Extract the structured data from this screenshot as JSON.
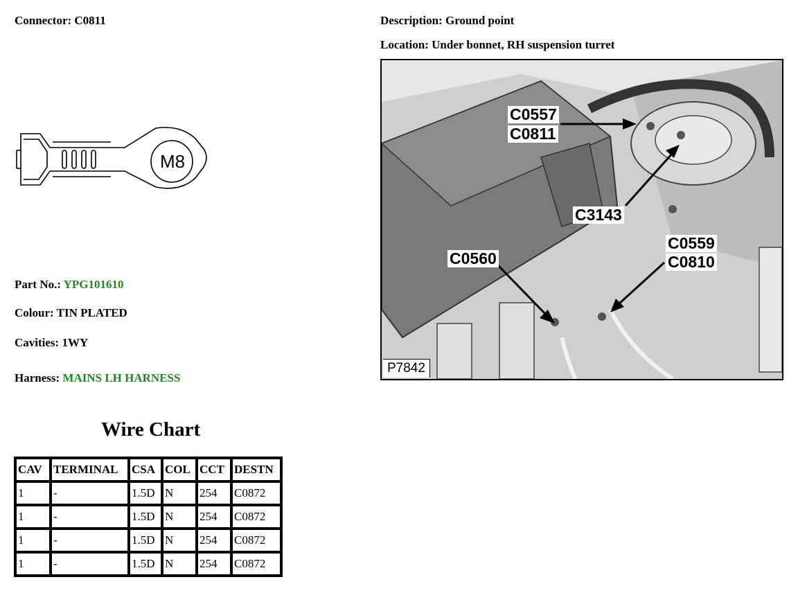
{
  "header": {
    "connector_label": "Connector:",
    "connector_value": "C0811",
    "description_label": "Description:",
    "description_value": "Ground point",
    "location_label": "Location:",
    "location_value": "Under bonnet, RH suspension turret"
  },
  "terminal_drawing": {
    "stud_text": "M8"
  },
  "details": {
    "part_label": "Part No.:",
    "part_value": "YPG101610",
    "colour_label": "Colour:",
    "colour_value": "TIN PLATED",
    "cavities_label": "Cavities:",
    "cavities_value": "1WY",
    "harness_label": "Harness:",
    "harness_value": "MAINS LH HARNESS",
    "value_highlight_color": "#1f8a1f"
  },
  "wire_chart": {
    "title": "Wire Chart",
    "columns": [
      "CAV",
      "TERMINAL",
      "CSA",
      "COL",
      "CCT",
      "DESTN"
    ],
    "rows": [
      [
        "1",
        "-",
        "1.5D",
        "N",
        "254",
        "C0872"
      ],
      [
        "1",
        "-",
        "1.5D",
        "N",
        "254",
        "C0872"
      ],
      [
        "1",
        "-",
        "1.5D",
        "N",
        "254",
        "C0872"
      ],
      [
        "1",
        "-",
        "1.5D",
        "N",
        "254",
        "C0872"
      ]
    ]
  },
  "photo": {
    "callouts": [
      "C0557",
      "C0811",
      "C3143",
      "C0560",
      "C0559",
      "C0810"
    ],
    "plate_number": "P7842"
  }
}
